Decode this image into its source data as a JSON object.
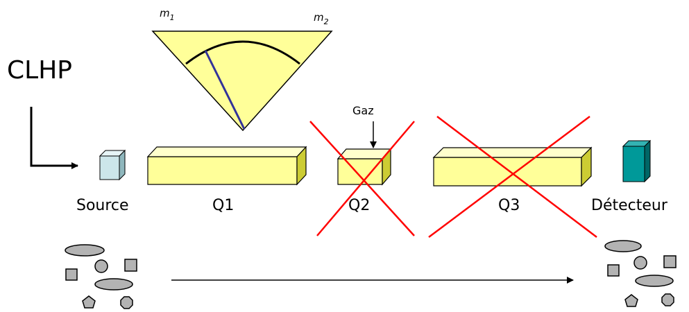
{
  "labels": {
    "clhp": "CLHP",
    "m1_base": "m",
    "m1_sub": "1",
    "m2_base": "m",
    "m2_sub": "2",
    "gaz": "Gaz",
    "source": "Source",
    "q1": "Q1",
    "q2": "Q2",
    "q3": "Q3",
    "detecteur": "Détecteur"
  },
  "colors": {
    "quad_front": "#ffff99",
    "quad_top": "#ffffcc",
    "quad_side": "#cccc33",
    "source_front": "#cce6ea",
    "source_top": "#e6f4f6",
    "source_side": "#8fb7bd",
    "detector_front": "#009999",
    "detector_top": "#33b3b3",
    "detector_side": "#006666",
    "cross": "#ff0000",
    "selector_line": "#333399",
    "ion_fill": "#b3b3b3"
  },
  "states": {
    "q1_active": true,
    "q2_crossed_out": true,
    "q3_crossed_out": true
  }
}
